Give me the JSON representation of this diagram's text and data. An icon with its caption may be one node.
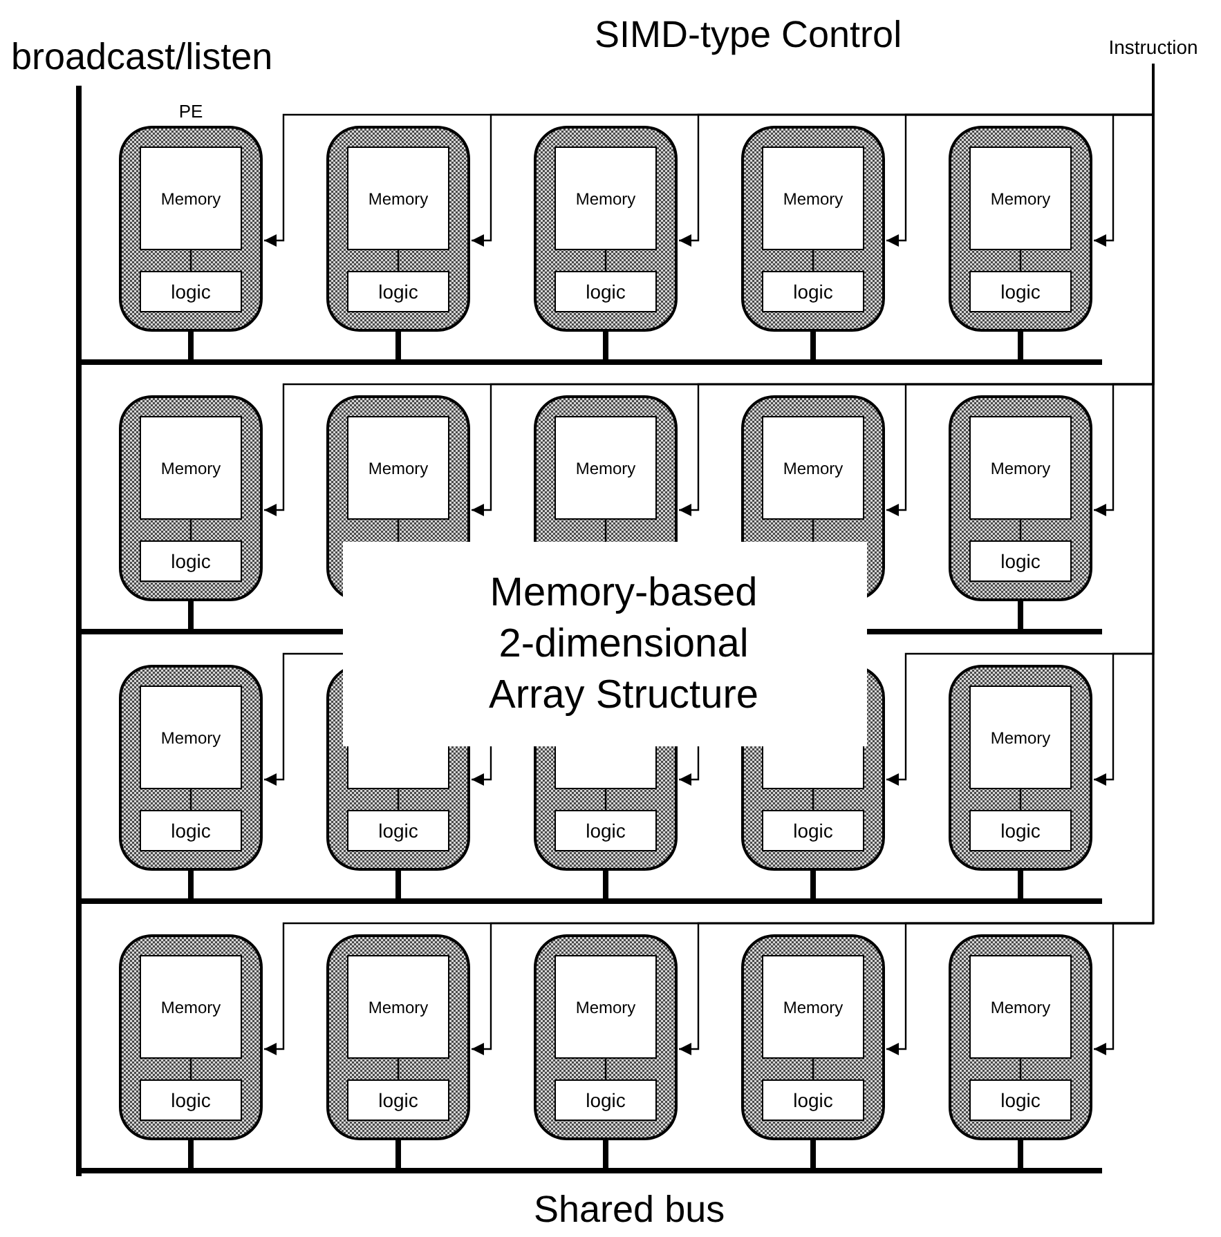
{
  "diagram": {
    "nodes": [
      {
        "text": [
          "Instruction"
        ]
      },
      {
        "text": [
          "PE"
        ]
      },
      {
        "text": [
          "Memory"
        ],
        "in": 1
      },
      {
        "text": [
          "logic"
        ],
        "in": 1
      },
      {
        "text": [],
        "shape": "box"
      },
      {
        "text": [
          "Memory"
        ],
        "in": 4
      },
      {
        "text": [
          "logic"
        ],
        "in": 4
      },
      {
        "text": [],
        "shape": "box"
      },
      {
        "text": [
          "Memory"
        ],
        "in": 7
      },
      {
        "text": [
          "logic"
        ],
        "in": 7
      },
      {
        "text": [],
        "shape": "box"
      },
      {
        "text": [
          "Memory"
        ],
        "in": 10
      },
      {
        "text": [
          "logic"
        ],
        "in": 10
      },
      {
        "text": [],
        "shape": "box"
      },
      {
        "text": [
          "Memory"
        ],
        "in": 13
      },
      {
        "text": [
          "logic"
        ],
        "in": 13
      },
      {
        "text": [],
        "shape": "box"
      },
      {
        "text": [
          "Memory"
        ],
        "in": 16
      },
      {
        "text": [
          "logic"
        ],
        "in": 16
      },
      {
        "text": [],
        "shape": "box"
      },
      {
        "text": [
          "Memory"
        ],
        "in": 19
      },
      {
        "text": [],
        "shape": "box"
      },
      {
        "text": [
          "Memory"
        ],
        "in": 21
      },
      {
        "text": [],
        "shape": "box"
      },
      {
        "text": [
          "Memory"
        ],
        "in": 23
      },
      {
        "text": [],
        "shape": "box"
      },
      {
        "text": [
          "Memory"
        ],
        "in": 25
      },
      {
        "text": [
          "logic"
        ],
        "in": 25
      },
      {
        "text": [],
        "shape": "box"
      },
      {
        "text": [
          "Memory"
        ],
        "in": 28
      },
      {
        "text": [
          "logic"
        ],
        "in": 28
      },
      {
        "text": [],
        "shape": "box"
      },
      {
        "text": [],
        "shape": "box",
        "in": 31
      },
      {
        "text": [
          "logic"
        ],
        "in": 31
      },
      {
        "text": [],
        "shape": "box"
      },
      {
        "text": [],
        "shape": "box",
        "in": 34
      },
      {
        "text": [
          "logic"
        ],
        "in": 34
      },
      {
        "text": [],
        "shape": "box"
      },
      {
        "text": [],
        "shape": "box",
        "in": 37
      },
      {
        "text": [
          "logic"
        ],
        "in": 37
      },
      {
        "text": [],
        "shape": "box"
      },
      {
        "text": [
          "Memory"
        ],
        "in": 40
      },
      {
        "text": [
          "logic"
        ],
        "in": 40
      },
      {
        "text": [],
        "shape": "box"
      },
      {
        "text": [
          "Memory"
        ],
        "in": 43
      },
      {
        "text": [
          "logic"
        ],
        "in": 43
      },
      {
        "text": [],
        "shape": "box"
      },
      {
        "text": [
          "Memory"
        ],
        "in": 46
      },
      {
        "text": [
          "logic"
        ],
        "in": 46
      },
      {
        "text": [],
        "shape": "box"
      },
      {
        "text": [
          "Memory"
        ],
        "in": 49
      },
      {
        "text": [
          "logic"
        ],
        "in": 49
      },
      {
        "text": [],
        "shape": "box"
      },
      {
        "text": [
          "Memory"
        ],
        "in": 52
      },
      {
        "text": [
          "logic"
        ],
        "in": 52
      },
      {
        "text": [],
        "shape": "box"
      },
      {
        "text": [
          "Memory"
        ],
        "in": 55
      },
      {
        "text": [
          "logic"
        ],
        "in": 55
      },
      {
        "text": [
          "Memory-based 2-dimensional Array Structure"
        ]
      }
    ],
    "edges": [
      {
        "from": 0,
        "to": 1,
        "arrow": "to"
      },
      {
        "from": 0,
        "to": 4,
        "arrow": "to"
      },
      {
        "from": 0,
        "to": 7,
        "arrow": "to"
      },
      {
        "from": 0,
        "to": 10,
        "arrow": "to"
      },
      {
        "from": 0,
        "to": 13,
        "arrow": "to"
      },
      {
        "from": 0,
        "to": 16,
        "arrow": "to"
      },
      {
        "from": 0,
        "to": 19,
        "arrow": "to"
      },
      {
        "from": 0,
        "to": 21,
        "arrow": "to"
      },
      {
        "from": 0,
        "to": 23,
        "arrow": "to"
      },
      {
        "from": 0,
        "to": 25,
        "arrow": "to"
      },
      {
        "from": 58,
        "to": 28,
        "arrow": "to"
      },
      {
        "from": 58,
        "to": 31,
        "arrow": "to"
      },
      {
        "from": 58,
        "to": 34,
        "arrow": "to"
      },
      {
        "from": 0,
        "to": 37,
        "arrow": "to"
      },
      {
        "from": 0,
        "to": 40,
        "arrow": "to"
      },
      {
        "from": 0,
        "to": 43,
        "arrow": "to"
      },
      {
        "from": 0,
        "to": 46,
        "arrow": "to"
      },
      {
        "from": 0,
        "to": 49,
        "arrow": "to"
      },
      {
        "from": 0,
        "to": 52,
        "arrow": "to"
      },
      {
        "from": 0,
        "to": 55,
        "arrow": "to"
      },
      {
        "from": 2,
        "to": 3,
        "arrow": "none"
      },
      {
        "from": 5,
        "to": 6,
        "arrow": "none"
      },
      {
        "from": 8,
        "to": 9,
        "arrow": "none"
      },
      {
        "from": 11,
        "to": 12,
        "arrow": "none"
      },
      {
        "from": 14,
        "to": 15,
        "arrow": "none"
      },
      {
        "from": 17,
        "to": 18,
        "arrow": "none"
      },
      {
        "from": 20,
        "to": 58,
        "arrow": "none"
      },
      {
        "from": 22,
        "to": 58,
        "arrow": "none"
      },
      {
        "from": 24,
        "to": 58,
        "arrow": "none"
      },
      {
        "from": 26,
        "to": 27,
        "arrow": "none"
      },
      {
        "from": 29,
        "to": 30,
        "arrow": "none"
      },
      {
        "from": 32,
        "to": 33,
        "arrow": "none"
      },
      {
        "from": 35,
        "to": 36,
        "arrow": "none"
      },
      {
        "from": 38,
        "to": 39,
        "arrow": "none"
      },
      {
        "from": 41,
        "to": 42,
        "arrow": "none"
      },
      {
        "from": 44,
        "to": 45,
        "arrow": "none"
      },
      {
        "from": 47,
        "to": 48,
        "arrow": "none"
      },
      {
        "from": 50,
        "to": 51,
        "arrow": "none"
      },
      {
        "from": 53,
        "to": 54,
        "arrow": "none"
      },
      {
        "from": 56,
        "to": 57,
        "arrow": "none"
      }
    ],
    "labels": [
      "broadcast/listen",
      "SIMD-type Control",
      "Shared bus"
    ]
  }
}
